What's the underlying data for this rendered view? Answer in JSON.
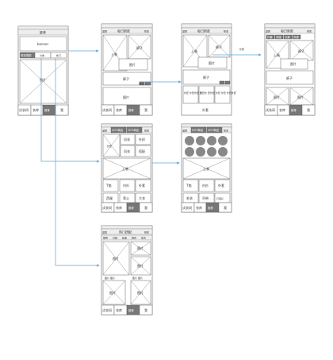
{
  "s1": {
    "title": "推荐",
    "banner": "banner",
    "tabs": [
      "精选搭配",
      "分类",
      "热门"
    ],
    "photo": "图片"
  },
  "tabbar": [
    "试衣间",
    "衣库",
    "推荐",
    "我"
  ],
  "common": {
    "back": "返回",
    "search": "搜索",
    "photo": "图片",
    "pants": "裤子",
    "top": "上装",
    "coat": "外套",
    "trousers": "裤子"
  },
  "s2": {
    "title": "每日新款",
    "add": "加入",
    "coat": "外套",
    "note1": "长按",
    "items": [
      "外套 外套外套 套",
      "外套外 套外套",
      "外套 外套 外套外套"
    ]
  },
  "s4": {
    "title": "每日新款",
    "tags": [
      "外套",
      "衣服",
      "长裤",
      "衣服"
    ]
  },
  "s5": {
    "tabs": [
      "HOT单品",
      "HOT单品"
    ],
    "cats": [
      "风衣",
      "针织",
      "夹克",
      "背心",
      "风衣",
      "搭配",
      "T恤",
      "衬衫",
      "外套",
      "西服",
      "背心",
      "大衣"
    ]
  },
  "s6": {
    "tabs": [
      "HOT单品",
      "HOT单品"
    ],
    "cats": [
      "T恤",
      "衬衫",
      "外套",
      "毛衣",
      "吊带",
      "打底衫"
    ]
  },
  "s7": {
    "title": "热门搭配",
    "tabs": [
      "推荐",
      "日韩",
      "欧美",
      "韩风",
      "复古"
    ],
    "caption": "图片 图片"
  }
}
